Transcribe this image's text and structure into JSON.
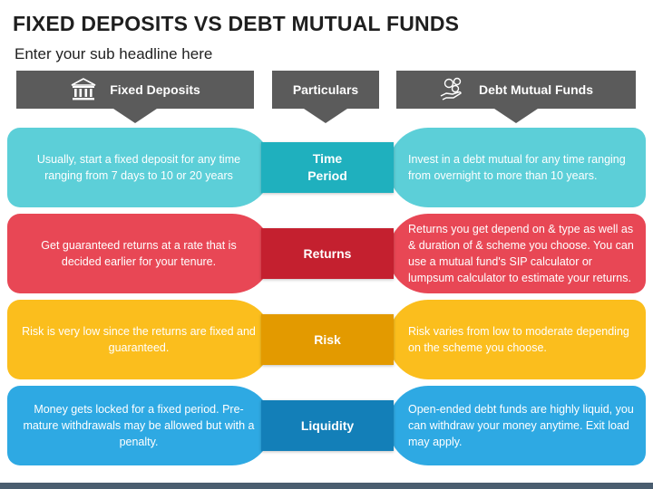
{
  "title": "FIXED DEPOSITS VS DEBT MUTUAL FUNDS",
  "subtitle": "Enter your sub headline here",
  "headers": {
    "left": {
      "label": "Fixed Deposits",
      "icon": "bank-icon"
    },
    "middle": {
      "label": "Particulars"
    },
    "right": {
      "label": "Debt Mutual Funds",
      "icon": "money-hand-icon"
    }
  },
  "rows": [
    {
      "particular_line1": "Time",
      "particular_line2": "Period",
      "left_text": "Usually, start a fixed deposit for any time ranging from 7 days to 10 or 20 years",
      "right_text": "Invest in a debt mutual for any time ranging from overnight to more than 10 years.",
      "colors": {
        "light": "#5ccfd8",
        "dark": "#1fb0be"
      }
    },
    {
      "particular_line1": "Returns",
      "particular_line2": "",
      "left_text": "Get guaranteed returns at a rate that is decided earlier for your tenure.",
      "right_text": "Returns you get depend on & type as well as & duration of & scheme you choose. You can use a mutual fund's SIP calculator or lumpsum calculator to estimate your returns.",
      "colors": {
        "light": "#e84755",
        "dark": "#c4202f"
      }
    },
    {
      "particular_line1": "Risk",
      "particular_line2": "",
      "left_text": "Risk is very low since the returns are fixed and guaranteed.",
      "right_text": "Risk varies from low to moderate depending on the scheme you choose.",
      "colors": {
        "light": "#fbbe1d",
        "dark": "#e39a00"
      }
    },
    {
      "particular_line1": "Liquidity",
      "particular_line2": "",
      "left_text": "Money gets locked for a fixed period. Pre-mature withdrawals may be allowed but with a penalty.",
      "right_text": "Open-ended debt funds are highly liquid, you can withdraw your money anytime. Exit load may apply.",
      "colors": {
        "light": "#2ea9e3",
        "dark": "#137fb8"
      }
    }
  ],
  "colors": {
    "header_bg": "#5b5b5b",
    "footer_bar": "#4a5d6f"
  }
}
